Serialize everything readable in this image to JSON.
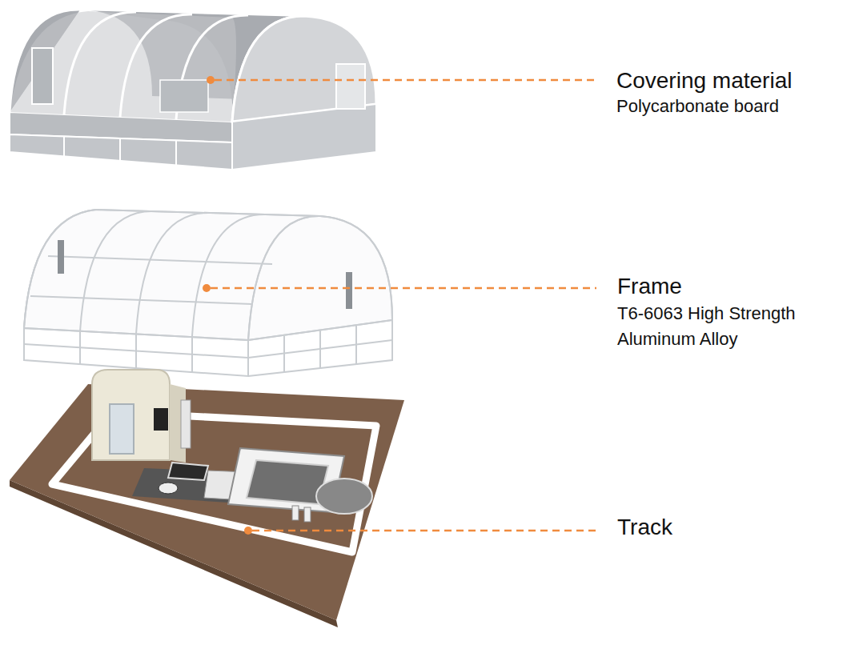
{
  "diagram": {
    "labels": [
      "Covering material",
      "Polycarbonate board",
      "Frame",
      "T6-6063 High Strength Aluminum Alloy",
      "Track"
    ]
  }
}
